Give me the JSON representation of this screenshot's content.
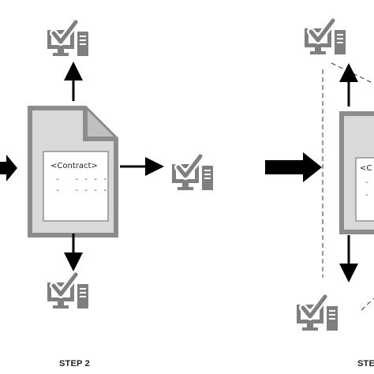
{
  "steps": {
    "step2_label": "STEP 2",
    "step3_label": "STE"
  },
  "contract": {
    "left_title": "<Contract>",
    "left_line1": "-   - - - -",
    "left_line2": "-   - - - -",
    "right_title": "<C",
    "right_line1": "-",
    "right_line2": "-"
  },
  "icons": {
    "computer": "computer-with-checkmark-icon",
    "document": "document-icon"
  },
  "colors": {
    "icon_gray": "#7f7f7f",
    "doc_border": "#8c8c8c",
    "doc_fill": "#d9d9d9",
    "arrow": "#000000"
  }
}
